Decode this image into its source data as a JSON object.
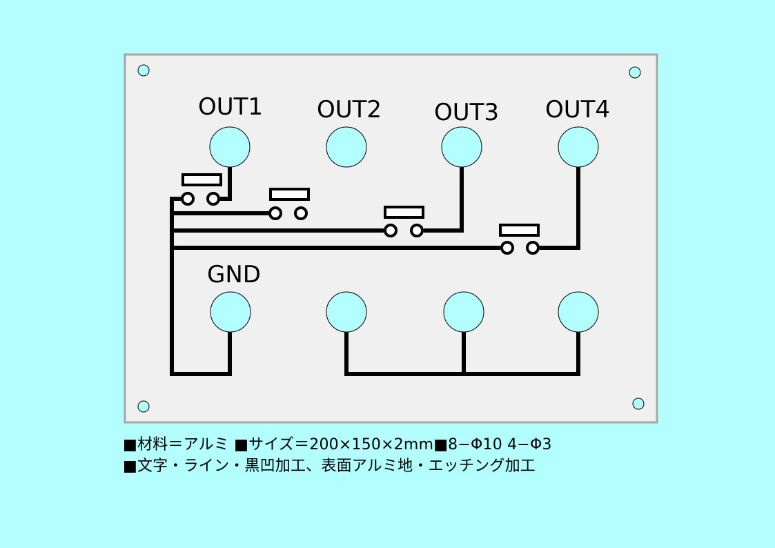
{
  "labels": {
    "out1": "OUT1",
    "out2": "OUT2",
    "out3": "OUT3",
    "out4": "OUT4",
    "gnd": "GND"
  },
  "notes": {
    "line1": "■材料＝アルミ  ■サイズ＝200×150×2mm■8−Φ10  4−Φ3",
    "line2": "■文字・ライン・黒凹加工、表面アルミ地・エッチング加工"
  },
  "colors": {
    "background": "#b3ffff",
    "panel": "#f0f0f0",
    "panel_border": "#a6a6a6",
    "hole_fill": "#b3ffff",
    "line": "#000000"
  }
}
